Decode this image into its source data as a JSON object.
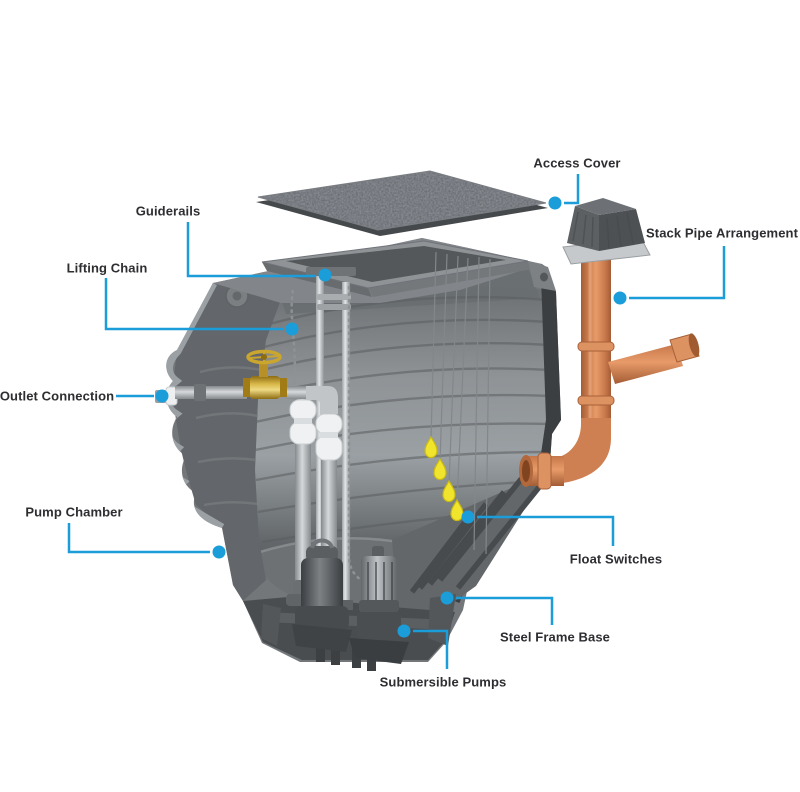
{
  "diagram": {
    "subject": "pump-chamber-cutaway",
    "labels": {
      "access_cover": "Access Cover",
      "guiderails": "Guiderails",
      "lifting_chain": "Lifting Chain",
      "stack_pipe": "Stack Pipe Arrangement",
      "outlet_connection": "Outlet Connection",
      "pump_chamber": "Pump Chamber",
      "float_switches": "Float Switches",
      "steel_frame_base": "Steel Frame Base",
      "submersible_pumps": "Submersible Pumps"
    },
    "colors": {
      "background": "#ffffff",
      "leader_blue": "#1b9dd9",
      "label_text": "#2e2d31",
      "tank_gray": "#76797c",
      "interior_gray": "#9aa0a3",
      "cover_gray": "#60646a",
      "pipe_orange": "#d3855a",
      "valve_brass": "#c9a538",
      "float_yellow": "#f1e42c",
      "pump_gray": "#54585b",
      "pipe_gray": "#c9ccce"
    }
  }
}
